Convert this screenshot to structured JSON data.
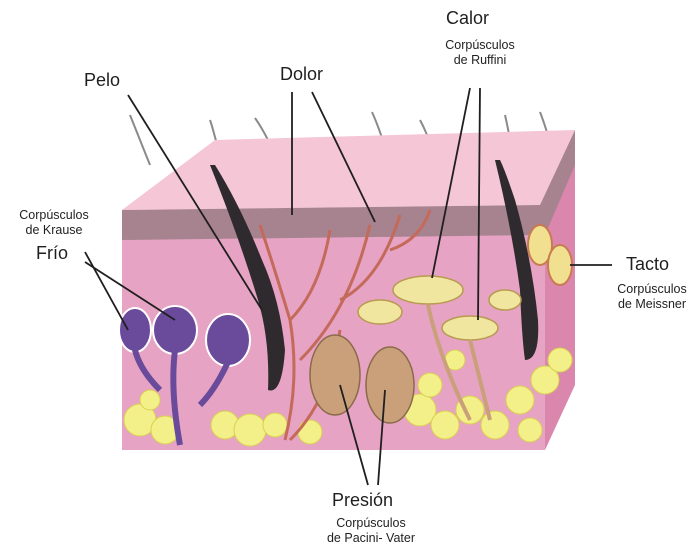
{
  "labels": {
    "pelo": "Pelo",
    "dolor": "Dolor",
    "calor": "Calor",
    "ruffini_line1": "Corpúsculos",
    "ruffini_line2": "de Ruffini",
    "krause_line1": "Corpúsculos",
    "krause_line2": "de Krause",
    "frio": "Frío",
    "tacto": "Tacto",
    "meissner_line1": "Corpúsculos",
    "meissner_line2": "de Meissner",
    "presion": "Presión",
    "pacini_line1": "Corpúsculos",
    "pacini_line2": "de Pacini- Vater"
  },
  "colors": {
    "epidermis_top": "#f4c6d6",
    "dermis_band": "#8a5a6a",
    "dermis": "#e7a3c3",
    "hypodermis": "#f0d0d8",
    "fat": "#f3f08a",
    "hair": "#2e2a2e",
    "krause": "#6a4a9a",
    "nerve": "#c46a5a",
    "pacini": "#c9a07a",
    "ruffini": "#f0e6a0",
    "meissner": "#e09a6a"
  }
}
